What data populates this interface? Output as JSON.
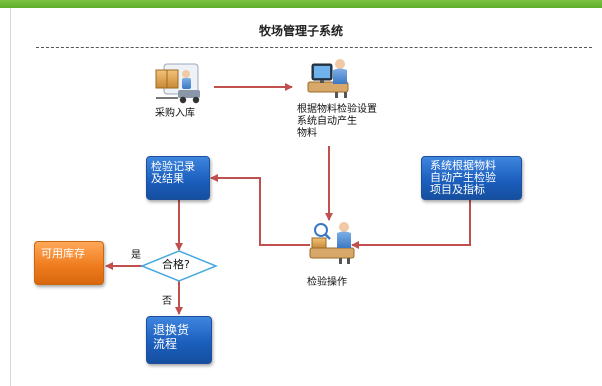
{
  "title": "牧场管理子系统",
  "nodes": {
    "purchase": {
      "label": "采购入库",
      "icon": "warehouse-forklift-icon"
    },
    "auto_generate": {
      "line1": "根据物料检验设置",
      "line2": "系统自动产生",
      "line3": "物料",
      "icon": "computer-operator-icon"
    },
    "system_items": {
      "line1": "系统根据物料",
      "line2": "自动产生检验",
      "line3": "项目及指标"
    },
    "inspection_record": {
      "line1": "检验记录",
      "line2": "及结果"
    },
    "inspection_op": {
      "label": "检验操作",
      "icon": "inspection-worker-icon"
    },
    "decision": {
      "label": "合格?"
    },
    "available_stock": {
      "label": "可用库存"
    },
    "return_exchange": {
      "line1": "退换货",
      "line2": "流程"
    }
  },
  "edge_labels": {
    "yes": "是",
    "no": "否"
  },
  "colors": {
    "accent_bar": "#6cb83a",
    "arrow": "#c0504d",
    "blue_box": "#1f5fbd",
    "orange_box": "#f07d1f",
    "decision_border": "#4aa8e0"
  }
}
